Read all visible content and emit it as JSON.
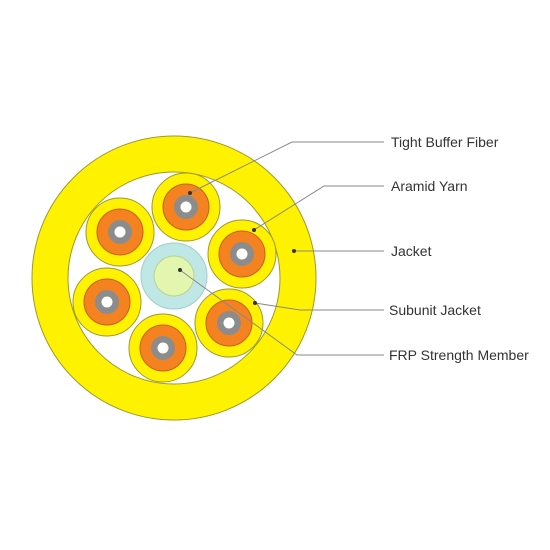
{
  "labels": {
    "tight_buffer_fiber": "Tight Buffer Fiber",
    "aramid_yarn": "Aramid Yarn",
    "jacket": "Jacket",
    "subunit_jacket": "Subunit Jacket",
    "frp_strength_member": "FRP Strength Member"
  },
  "colors": {
    "jacket": "#FFF200",
    "subunit_jacket": "#FFF200",
    "buffer": "#F58220",
    "fiber_core": "#8C8C8C",
    "glass": "#FFFFFF",
    "frp_outer": "#BFE7E5",
    "frp_inner": "#E3F6B0",
    "leader_line": "#888888",
    "outline": "#9C9A2E"
  },
  "counts": {
    "subunits": 6
  }
}
